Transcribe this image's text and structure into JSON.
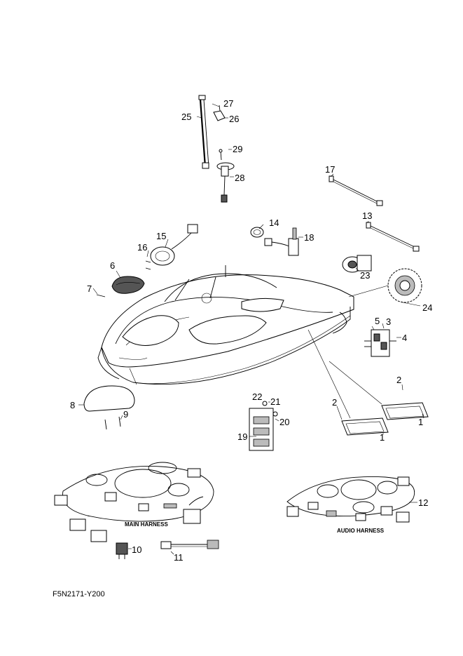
{
  "diagram_code": "F5N2171-Y200",
  "captions": {
    "main_harness": "MAIN HARNESS",
    "audio_harness": "AUDIO HARNESS"
  },
  "callouts": {
    "c1a": "1",
    "c1b": "1",
    "c2a": "2",
    "c2b": "2",
    "c3": "3",
    "c4": "4",
    "c5": "5",
    "c6": "6",
    "c7": "7",
    "c8": "8",
    "c9": "9",
    "c10": "10",
    "c11": "11",
    "c12": "12",
    "c13": "13",
    "c14": "14",
    "c15": "15",
    "c16": "16",
    "c17": "17",
    "c18": "18",
    "c19": "19",
    "c20": "20",
    "c21": "21",
    "c22": "22",
    "c23": "23",
    "c24": "24",
    "c25": "25",
    "c26": "26",
    "c27": "27",
    "c28": "28",
    "c29": "29"
  }
}
